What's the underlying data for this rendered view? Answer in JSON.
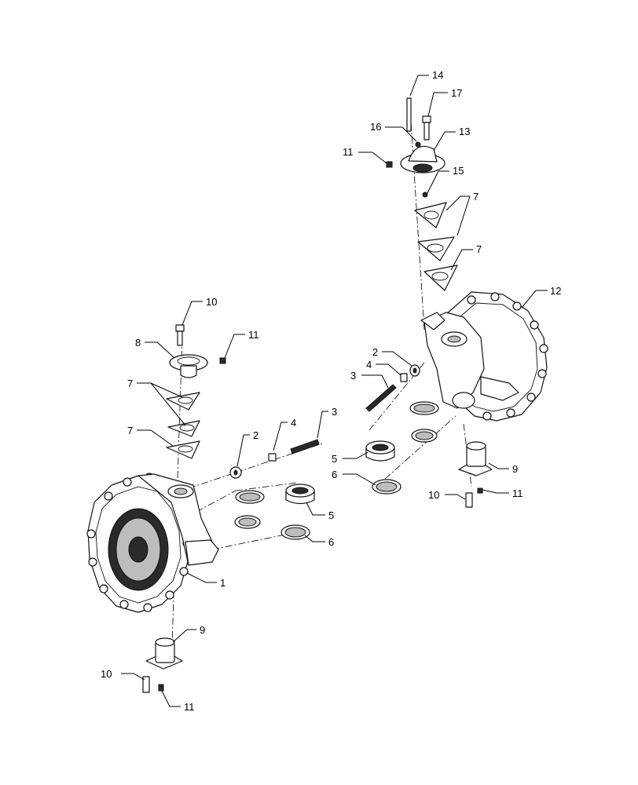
{
  "diagram": {
    "callouts": [
      {
        "id": "c-14",
        "text": "14"
      },
      {
        "id": "c-17",
        "text": "17"
      },
      {
        "id": "c-16",
        "text": "16"
      },
      {
        "id": "c-13",
        "text": "13"
      },
      {
        "id": "c-11-top",
        "text": "11"
      },
      {
        "id": "c-15",
        "text": "15"
      },
      {
        "id": "c-7-r1",
        "text": "7"
      },
      {
        "id": "c-7-r2",
        "text": "7"
      },
      {
        "id": "c-12",
        "text": "12"
      },
      {
        "id": "c-2-r",
        "text": "2"
      },
      {
        "id": "c-4-r",
        "text": "4"
      },
      {
        "id": "c-3-r",
        "text": "3"
      },
      {
        "id": "c-5-r",
        "text": "5"
      },
      {
        "id": "c-6-r",
        "text": "6"
      },
      {
        "id": "c-9-r",
        "text": "9"
      },
      {
        "id": "c-10-r",
        "text": "10"
      },
      {
        "id": "c-11-r",
        "text": "11"
      },
      {
        "id": "c-10-l",
        "text": "10"
      },
      {
        "id": "c-11-l",
        "text": "11"
      },
      {
        "id": "c-8",
        "text": "8"
      },
      {
        "id": "c-7-l1",
        "text": "7"
      },
      {
        "id": "c-7-l2",
        "text": "7"
      },
      {
        "id": "c-2-l",
        "text": "2"
      },
      {
        "id": "c-4-l",
        "text": "4"
      },
      {
        "id": "c-3-l",
        "text": "3"
      },
      {
        "id": "c-5-l",
        "text": "5"
      },
      {
        "id": "c-6-l",
        "text": "6"
      },
      {
        "id": "c-1",
        "text": "1"
      },
      {
        "id": "c-9-l",
        "text": "9"
      },
      {
        "id": "c-10-b",
        "text": "10"
      },
      {
        "id": "c-11-b",
        "text": "11"
      }
    ]
  }
}
